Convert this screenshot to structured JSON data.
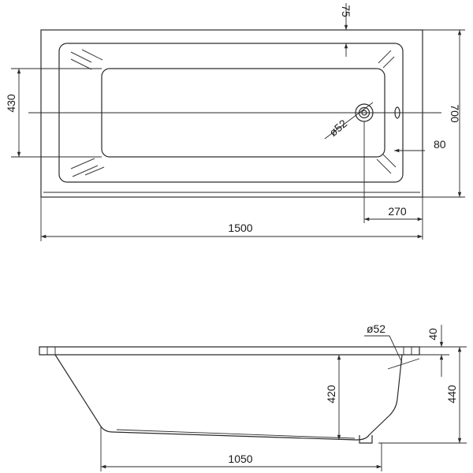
{
  "colors": {
    "line": "#2a2a2a",
    "background": "#ffffff"
  },
  "top_view": {
    "dim_length": "1500",
    "dim_width": "700",
    "dim_inner_width": "430",
    "dim_rim": "75",
    "dim_drain_offset": "270",
    "dim_overflow": "80",
    "drain_label": "ø52"
  },
  "side_view": {
    "overflow_label": "ø52",
    "dim_rim_thickness": "40",
    "dim_inner_depth": "420",
    "dim_total_height": "440",
    "dim_bottom_length": "1050"
  }
}
